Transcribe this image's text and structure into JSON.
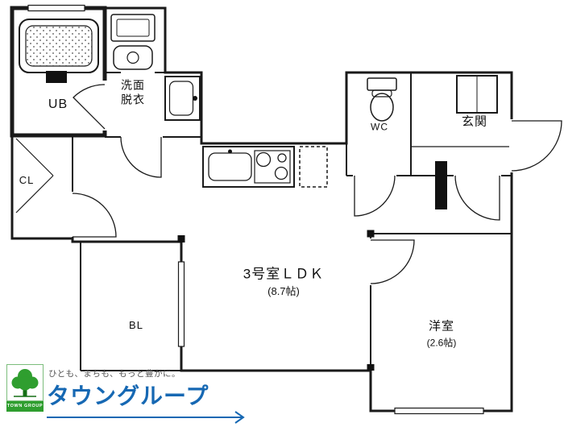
{
  "floorplan": {
    "rooms": {
      "ub": {
        "label": "UB"
      },
      "washroom": {
        "label": "洗面\n脱衣"
      },
      "closet": {
        "label": "CL"
      },
      "toilet": {
        "label": "WC"
      },
      "entrance": {
        "label": "玄関"
      },
      "ldk": {
        "label": "3号室ＬＤＫ",
        "size": "(8.7帖)"
      },
      "western_room": {
        "label": "洋室",
        "size": "(2.6帖)"
      },
      "balcony": {
        "label": "BL"
      }
    }
  },
  "branding": {
    "logo_text": "TOWN GROUP",
    "tagline": "ひとも、まちも、もっと豊かに。",
    "company_name": "タウングループ",
    "colors": {
      "brand_blue": "#1668b3",
      "brand_green": "#2f9e2f",
      "line_black": "#1a1a1a"
    }
  }
}
